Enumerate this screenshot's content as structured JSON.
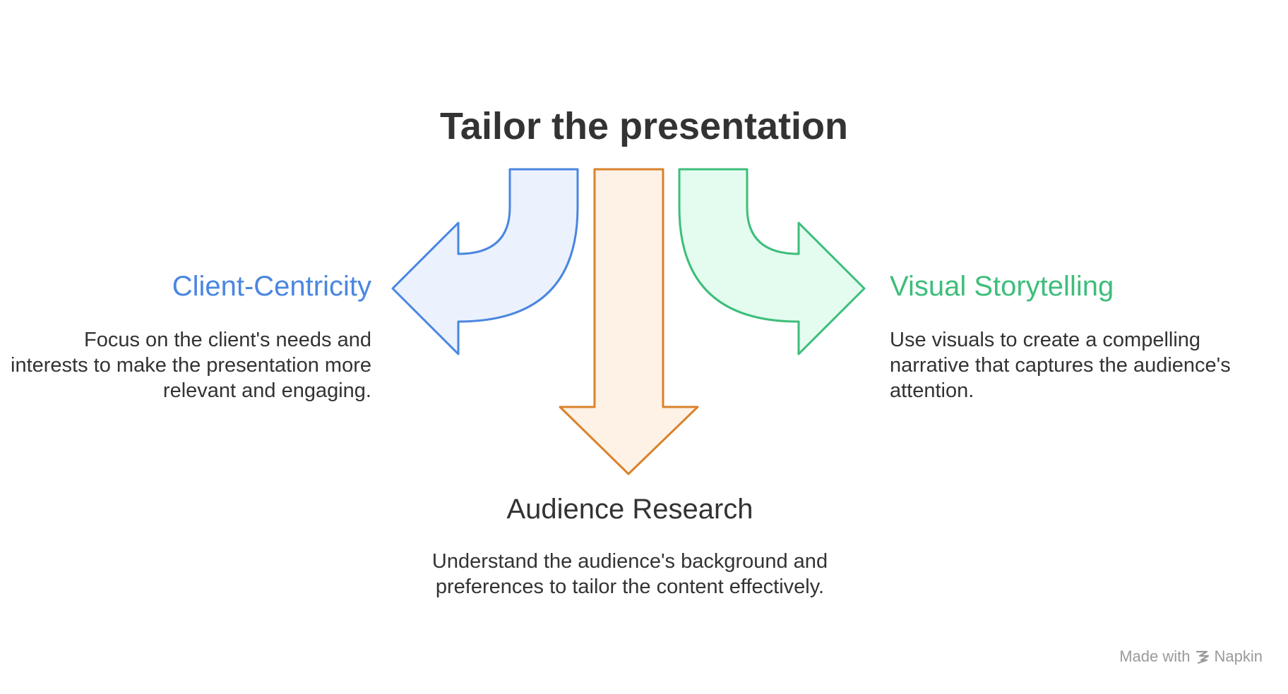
{
  "title": "Tailor the presentation",
  "items": [
    {
      "label": "Client-Centricity",
      "description": "Focus on the client's needs and interests to make the presentation more relevant and engaging.",
      "color": "#4A86E0",
      "fill": "#EBF2FD"
    },
    {
      "label": "Audience Research",
      "description": "Understand the audience's background and preferences to tailor the content effectively.",
      "color": "#D9822B",
      "fill": "#FEF1E5"
    },
    {
      "label": "Visual Storytelling",
      "description": "Use visuals to create a compelling narrative that captures the audience's attention.",
      "color": "#3DBE7A",
      "fill": "#E4FCEF"
    }
  ],
  "watermark": {
    "prefix": "Made with",
    "brand": "Napkin",
    "icon": "napkin-logo-icon"
  }
}
